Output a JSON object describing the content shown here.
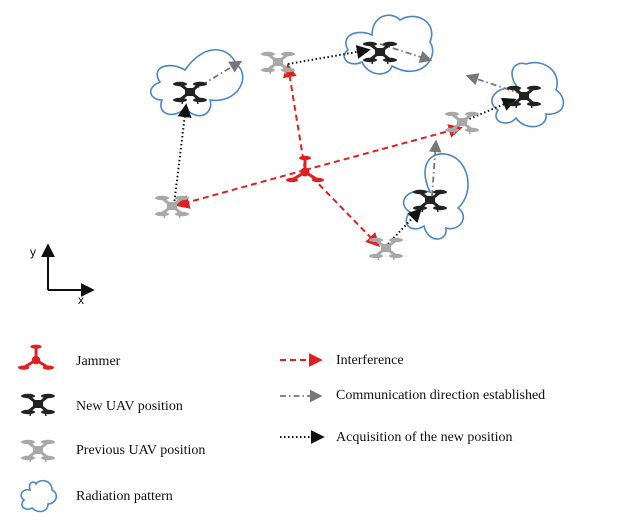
{
  "axes": {
    "x_label": "x",
    "y_label": "y"
  },
  "legend": {
    "jammer": "Jammer",
    "new_uav": "New UAV position",
    "previous_uav": "Previous UAV position",
    "radiation": "Radiation pattern",
    "interference": "Interference",
    "communication": "Communication direction established",
    "acquisition": "Acquisition of the new position"
  },
  "colors": {
    "jammer": "#e02020",
    "interference": "#e02020",
    "new_uav": "#222222",
    "previous_uav": "#a8a8a8",
    "radiation": "#4a86c8",
    "communication": "#777777",
    "acquisition": "#111111"
  },
  "icons": {
    "jammer": "red-quadcopter-icon",
    "new_uav": "black-quadcopter-icon",
    "previous_uav": "gray-quadcopter-icon",
    "radiation": "cloud-outline-icon"
  }
}
